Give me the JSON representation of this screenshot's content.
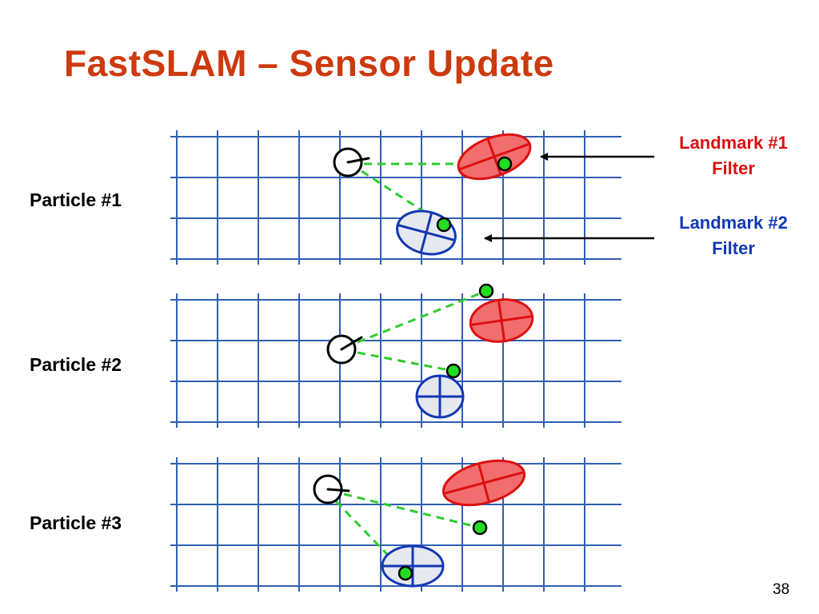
{
  "title": "FastSLAM – Sensor Update",
  "particles": [
    {
      "label": "Particle #1"
    },
    {
      "label": "Particle #2"
    },
    {
      "label": "Particle #3"
    }
  ],
  "legend": {
    "landmark1": {
      "line1": "Landmark #1",
      "line2": "Filter",
      "color": "#dc1010"
    },
    "landmark2": {
      "line1": "Landmark #2",
      "line2": "Filter",
      "color": "#1438b4"
    }
  },
  "colors": {
    "title": "#cc3a0e",
    "grid": "#2f5fb3",
    "landmark1_fill": "#f26d6d",
    "landmark1_stroke": "#dc1010",
    "landmark2_fill": "#e6e8f0",
    "landmark2_stroke": "#1438b4",
    "measurement_line": "#2ecc2e",
    "measurement_point": "#22dd22"
  },
  "page_number": "38"
}
